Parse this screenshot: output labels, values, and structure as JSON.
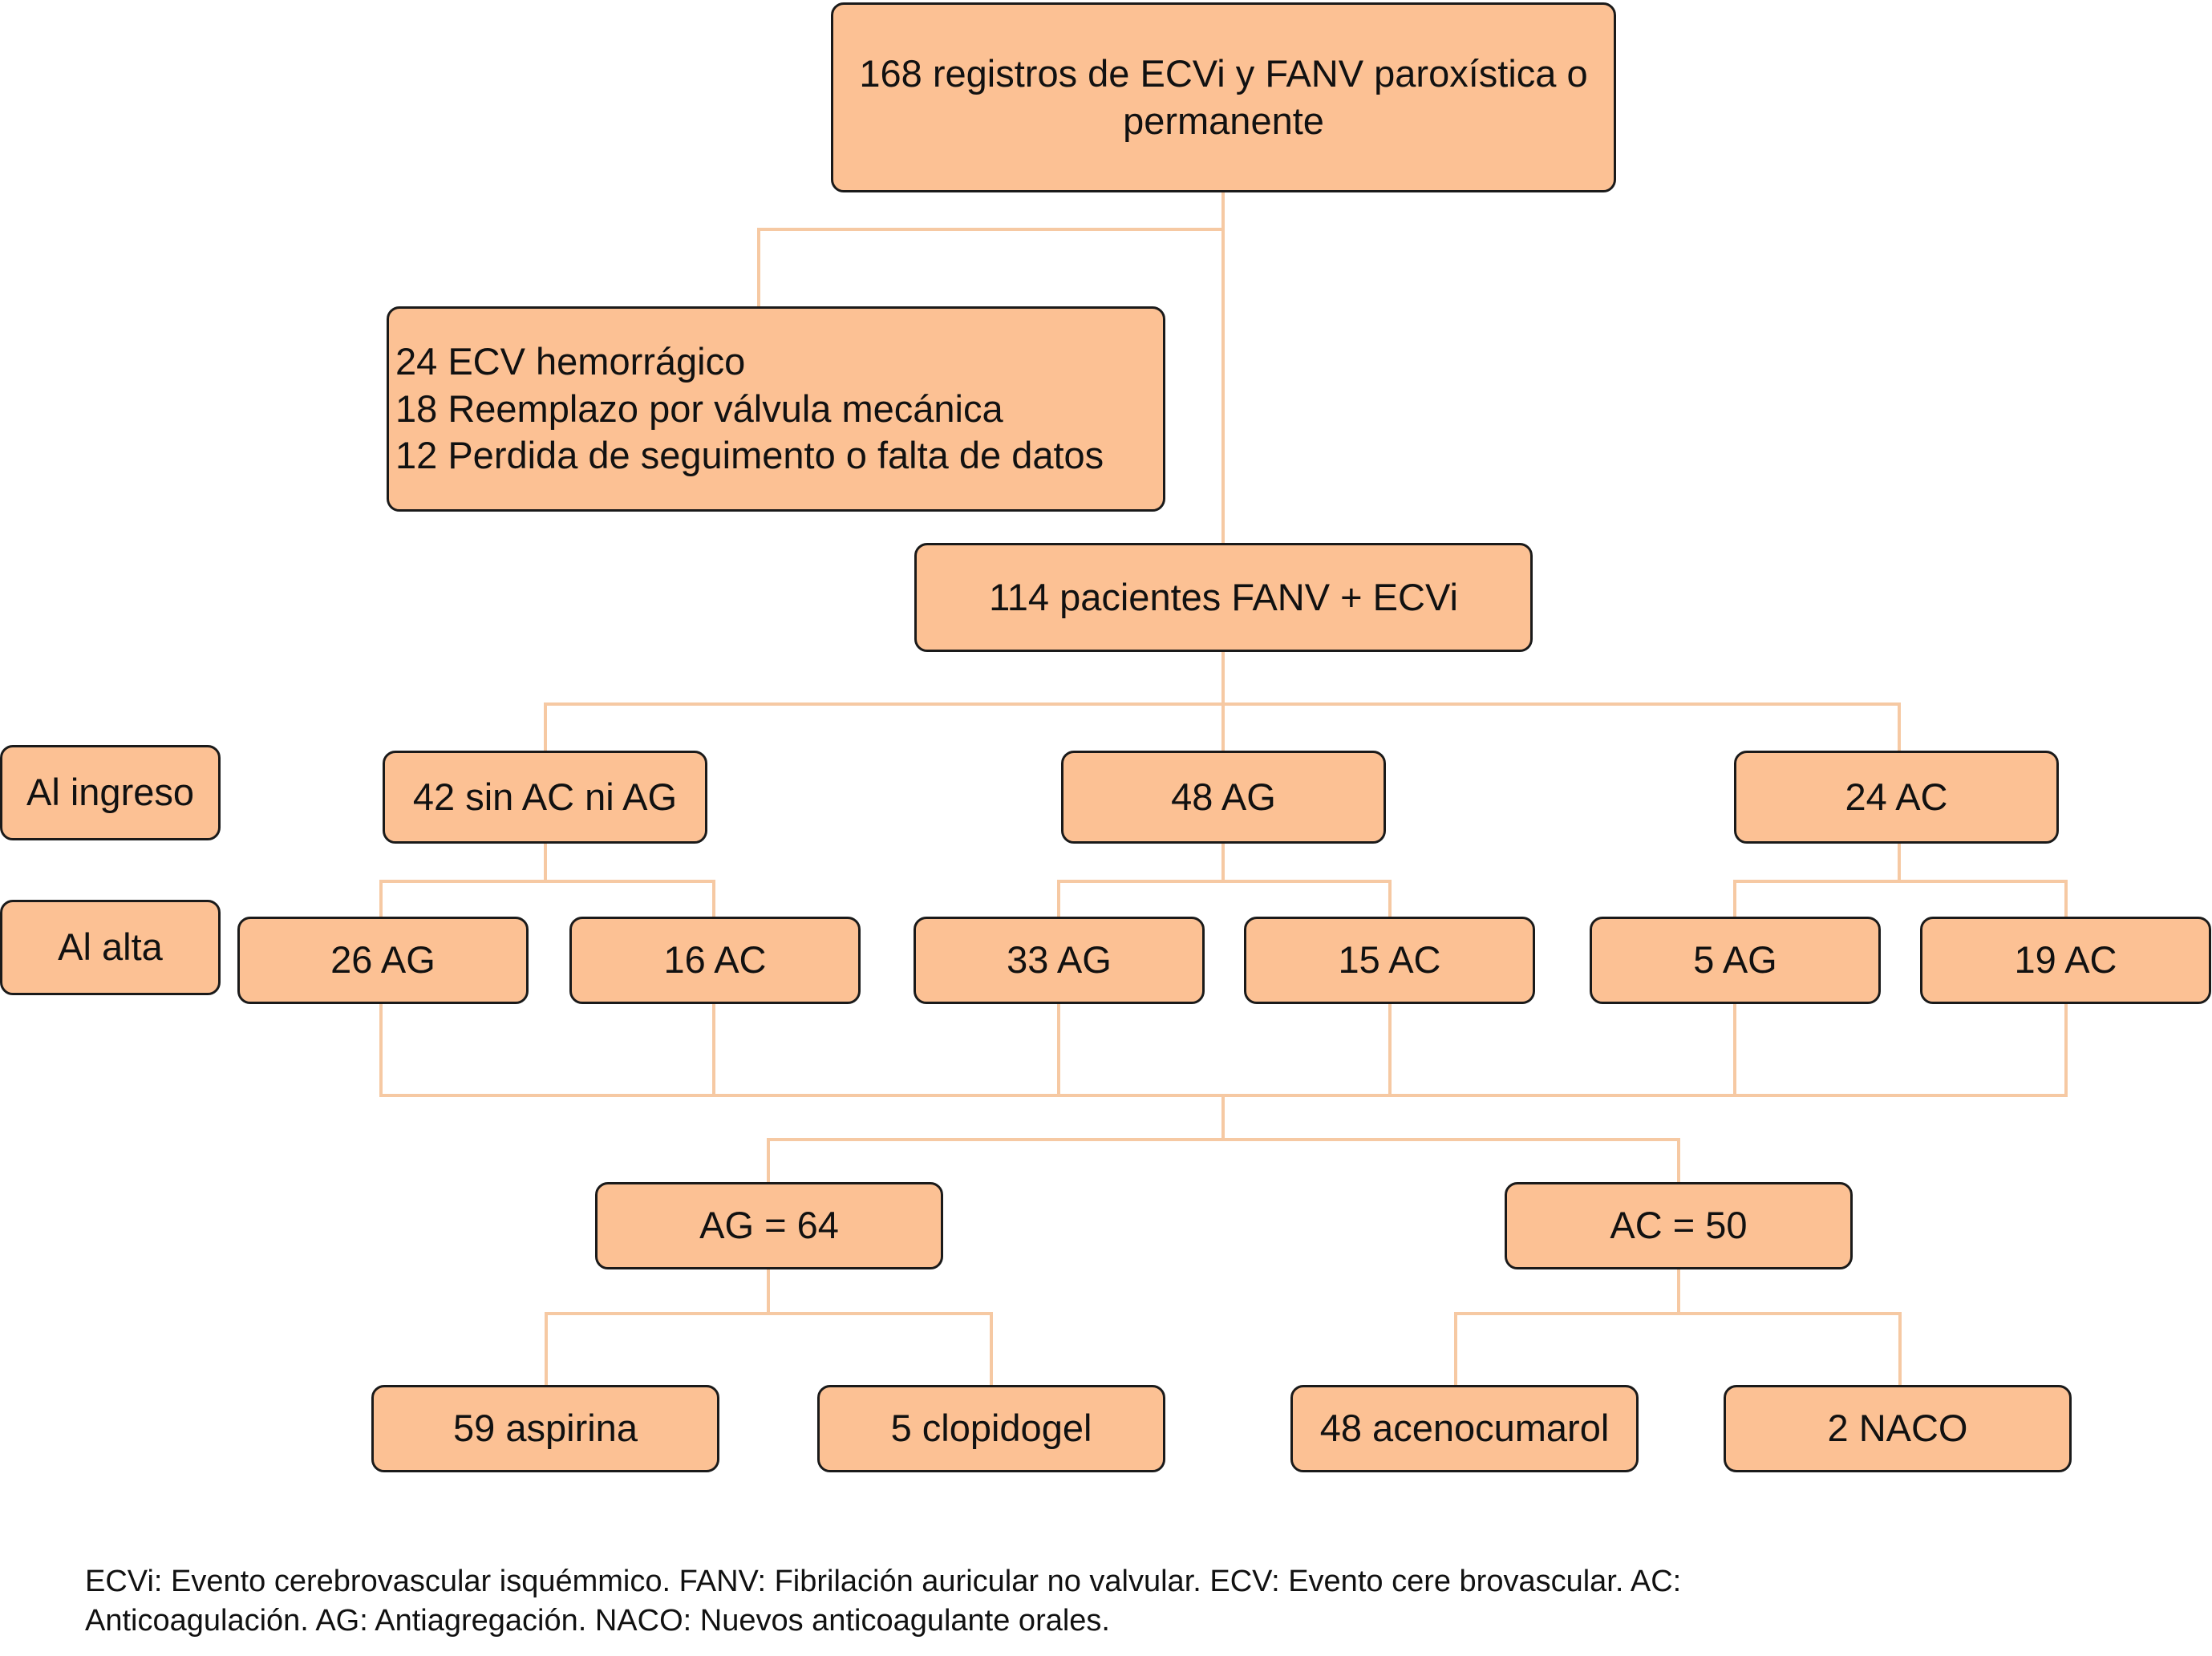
{
  "top": {
    "line1": "168 registros de ECVi y FANV paroxística o",
    "line2": "permanente"
  },
  "excluded": {
    "lines": [
      "24 ECV hemorrágico",
      "18 Reemplazo por válvula mecánica",
      "12 Perdida de seguimento o falta de datos"
    ]
  },
  "included": "114 pacientes FANV + ECVi",
  "row_labels": {
    "admission": "Al ingreso",
    "discharge": "Al alta"
  },
  "admission_groups": [
    "42 sin AC ni AG",
    "48 AG",
    "24 AC"
  ],
  "discharge_groups": [
    "26 AG",
    "16 AC",
    "33 AG",
    "15 AC",
    "5 AG",
    "19 AC"
  ],
  "totals": {
    "ag": "AG = 64",
    "ac": "AC = 50"
  },
  "drugs": [
    "59 aspirina",
    "5 clopidogel",
    "48 acenocumarol",
    "2 NACO"
  ],
  "footnote": {
    "line1": "ECVi: Evento cerebrovascular isquémmico.  FANV:  Fibrilación auricular no valvular. ECV: Evento cere brovascular.  AC:",
    "line2": "Anticoagulación. AG: Antiagregación. NACO: Nuevos anticoagulante orales."
  },
  "colors": {
    "box_fill": "#fcc194",
    "box_border": "#1a1a1a",
    "connector": "#f6c9a3"
  }
}
